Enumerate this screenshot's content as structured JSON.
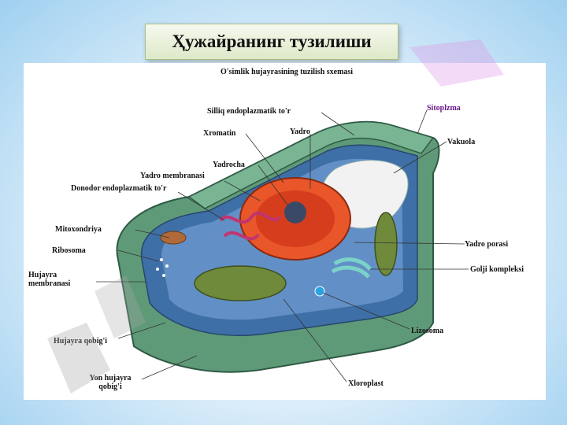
{
  "title": "Ҳужайранинг тузилиши",
  "diagram": {
    "heading": "O'simlik hujayrasining tuzilish sxemasi",
    "labels": {
      "silliq_er": "Silliq endoplazmatik to'r",
      "sitoplazma": "Sitoplzma",
      "xromatin": "Xromatin",
      "yadro": "Yadro",
      "vakuola": "Vakuola",
      "yadrocha": "Yadrocha",
      "yadro_membranasi": "Yadro membranasi",
      "donodor_er": "Donodor endoplazmatik to'r",
      "mitoxondriya": "Mitoxondriya",
      "ribosoma": "Ribosoma",
      "hujayra_membranasi": "Hujayra membranasi",
      "yadro_porasi": "Yadro porasi",
      "golji": "Golji kompleksi",
      "lizosoma": "Lizosoma",
      "hujayra_qobigi": "Hujayra qobig'i",
      "yon_hujayra_qobigi": "Yon hujayra qobig'i",
      "xloroplast": "Xloroplast"
    }
  },
  "colors": {
    "cell_wall": "#5f9a78",
    "cytoplasm": "#3e6fa6",
    "nucleus": "#e8562a",
    "chloroplast": "#6f8a3a",
    "vacuole": "#f2f2f2",
    "watermark": "#969696"
  }
}
